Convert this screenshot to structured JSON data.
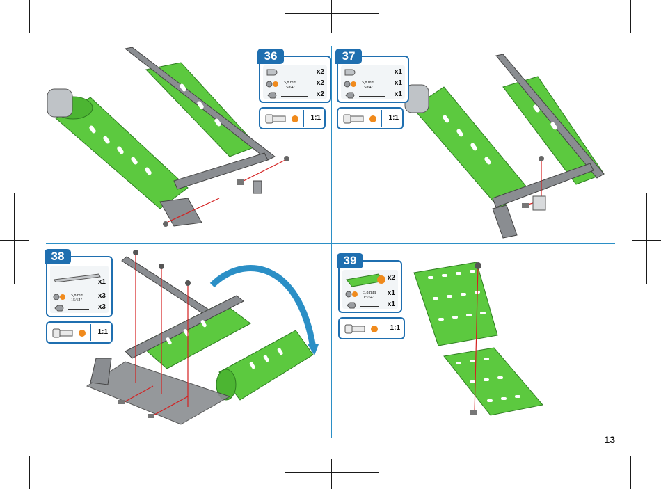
{
  "page": {
    "number": "13"
  },
  "steps": [
    {
      "number": "36",
      "qty": [
        "x2",
        "x2",
        "x2"
      ],
      "bolt_size": "5,8 mm",
      "bolt_inch": "15/64\"",
      "scale": "1:1"
    },
    {
      "number": "37",
      "qty": [
        "x1",
        "x1",
        "x1"
      ],
      "bolt_size": "5,8 mm",
      "bolt_inch": "15/64\"",
      "scale": "1:1"
    },
    {
      "number": "38",
      "qty": [
        "x1",
        "x3",
        "x3"
      ],
      "bolt_size": "5,8 mm",
      "bolt_inch": "15/64\"",
      "scale": "1:1"
    },
    {
      "number": "39",
      "qty": [
        "x2",
        "x1",
        "x1"
      ],
      "bolt_size": "5,8 mm",
      "bolt_inch": "15/64\"",
      "scale": "1:1"
    }
  ],
  "colors": {
    "accent": "#1f6fb0",
    "part_green": "#5cc93f",
    "metal": "#8a8d91",
    "bolt_orange": "#f08a1c",
    "guide_red": "#d42020"
  },
  "icons": [
    "bracket-icon",
    "bolt-icon",
    "nut-icon",
    "strip-icon",
    "plate-icon",
    "screw-scale-icon"
  ]
}
